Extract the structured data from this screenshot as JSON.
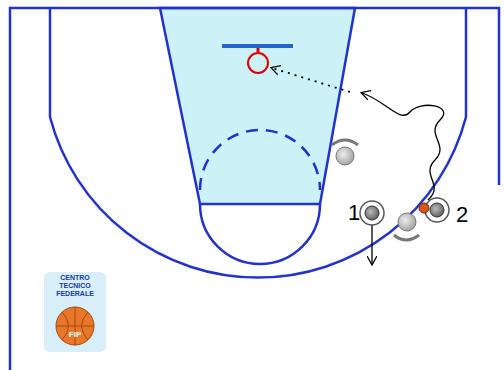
{
  "diagram": {
    "labels": [
      "1",
      "2",
      "CENTRO TECNICO FEDERALE",
      "FIP"
    ]
  }
}
